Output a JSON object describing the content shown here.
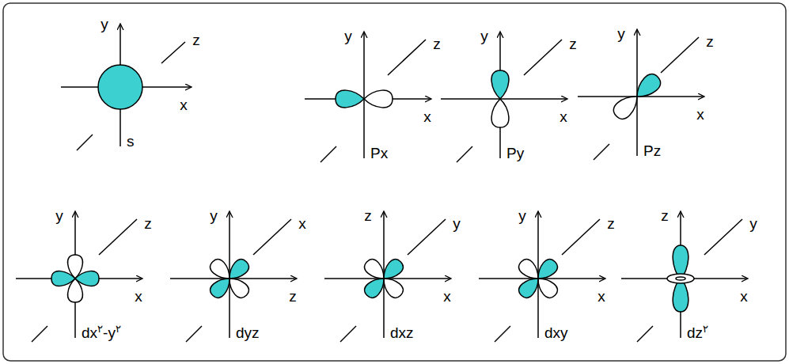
{
  "diagram": {
    "labels": [
      "y",
      "z",
      "x",
      "s",
      "y",
      "z",
      "x",
      "Px",
      "y",
      "z",
      "x",
      "Py",
      "y",
      "z",
      "x",
      "Pz",
      "y",
      "z",
      "x",
      "dx۲-y۲",
      "y",
      "x",
      "z",
      "dyz",
      "z",
      "y",
      "x",
      "dxz",
      "y",
      "z",
      "x",
      "dxy",
      "z",
      "y",
      "x",
      "dz۲"
    ]
  }
}
